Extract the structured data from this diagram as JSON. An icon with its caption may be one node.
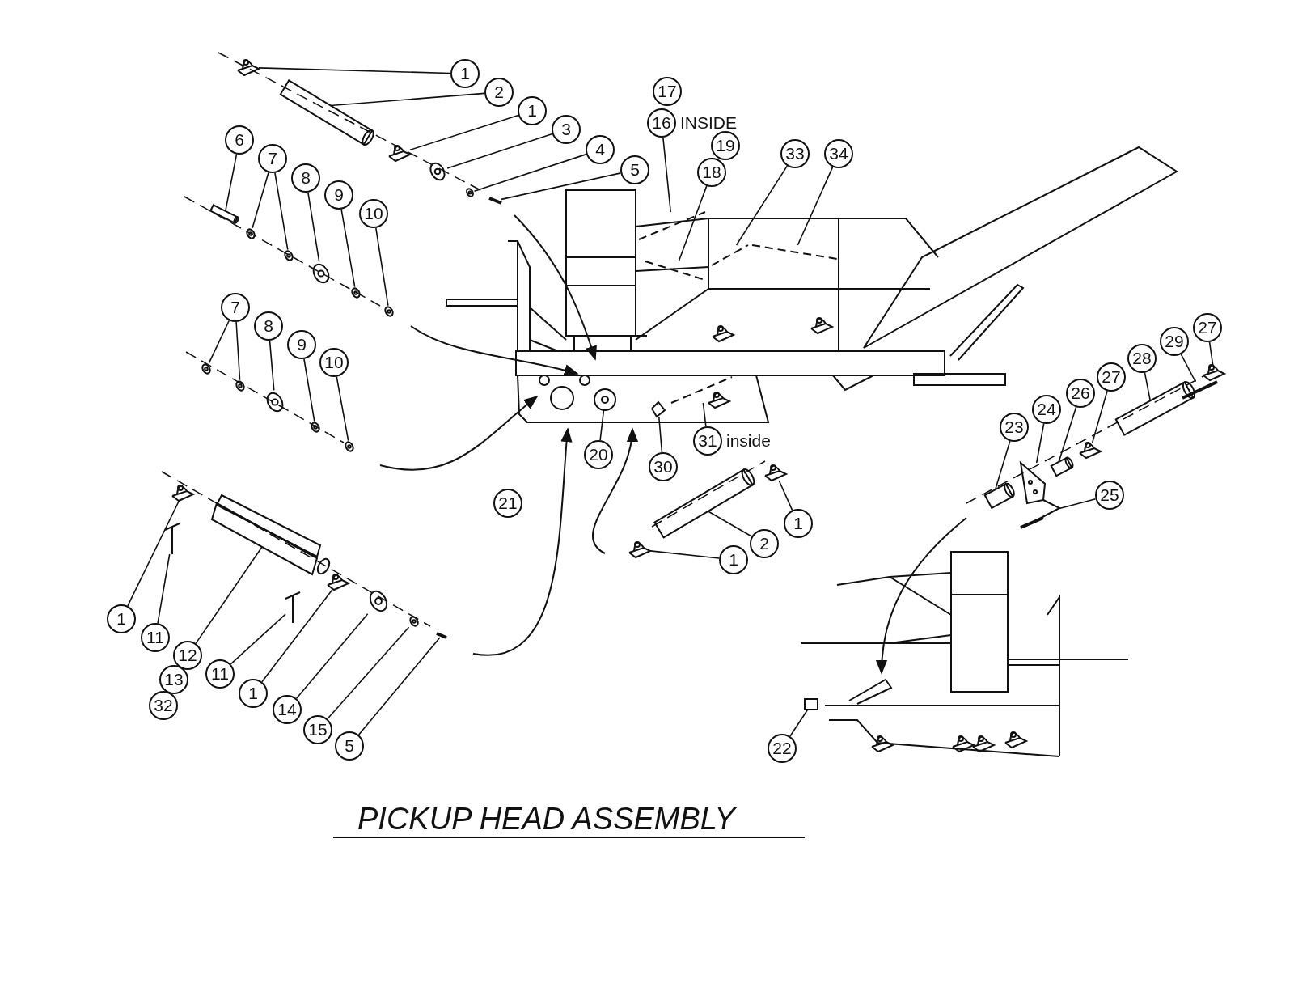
{
  "diagram": {
    "title": "PICKUP HEAD ASSEMBLY",
    "nodes": [
      {
        "text": [
          "1"
        ]
      },
      {
        "text": [
          "2"
        ]
      },
      {
        "text": [
          "1"
        ]
      },
      {
        "text": [
          "3"
        ]
      },
      {
        "text": [
          "4"
        ]
      },
      {
        "text": [
          "5"
        ]
      },
      {
        "text": [
          "6"
        ]
      },
      {
        "text": [
          "7"
        ]
      },
      {
        "text": [
          "8"
        ]
      },
      {
        "text": [
          "9"
        ]
      },
      {
        "text": [
          "10"
        ]
      },
      {
        "text": [
          "17"
        ]
      },
      {
        "text": [
          "16"
        ],
        "beside": [
          "INSIDE"
        ]
      },
      {
        "text": [
          "19"
        ]
      },
      {
        "text": [
          "18"
        ]
      },
      {
        "text": [
          "33"
        ]
      },
      {
        "text": [
          "34"
        ]
      },
      {
        "text": [
          "7"
        ]
      },
      {
        "text": [
          "8"
        ]
      },
      {
        "text": [
          "9"
        ]
      },
      {
        "text": [
          "10"
        ]
      },
      {
        "text": [
          "20"
        ]
      },
      {
        "text": [
          "30"
        ]
      },
      {
        "text": [
          "31"
        ],
        "beside": [
          "inside"
        ]
      },
      {
        "text": [
          "21"
        ]
      },
      {
        "text": [
          "27"
        ]
      },
      {
        "text": [
          "29"
        ]
      },
      {
        "text": [
          "28"
        ]
      },
      {
        "text": [
          "27"
        ]
      },
      {
        "text": [
          "26"
        ]
      },
      {
        "text": [
          "24"
        ]
      },
      {
        "text": [
          "23"
        ]
      },
      {
        "text": [
          "25"
        ]
      },
      {
        "text": [
          "1"
        ]
      },
      {
        "text": [
          "2"
        ]
      },
      {
        "text": [
          "1"
        ]
      },
      {
        "text": [
          "1"
        ]
      },
      {
        "text": [
          "11"
        ]
      },
      {
        "text": [
          "12"
        ]
      },
      {
        "text": [
          "13"
        ]
      },
      {
        "text": [
          "32"
        ]
      },
      {
        "text": [
          "11"
        ]
      },
      {
        "text": [
          "1"
        ]
      },
      {
        "text": [
          "14"
        ]
      },
      {
        "text": [
          "15"
        ]
      },
      {
        "text": [
          "5"
        ]
      },
      {
        "text": [
          "22"
        ]
      },
      {
        "text": [],
        "shape": "picture"
      },
      {
        "text": [],
        "shape": "picture"
      },
      {
        "text": [],
        "shape": "picture"
      },
      {
        "text": [],
        "shape": "picture"
      },
      {
        "text": [],
        "shape": "picture"
      },
      {
        "text": [],
        "shape": "picture"
      },
      {
        "text": [],
        "shape": "picture"
      },
      {
        "text": [],
        "shape": "picture"
      },
      {
        "text": [],
        "shape": "picture"
      },
      {
        "text": [],
        "shape": "picture"
      },
      {
        "text": [],
        "shape": "picture"
      },
      {
        "text": [],
        "shape": "picture"
      },
      {
        "text": [],
        "shape": "picture"
      },
      {
        "text": [],
        "shape": "picture"
      },
      {
        "text": [],
        "shape": "picture"
      },
      {
        "text": [],
        "shape": "picture"
      },
      {
        "text": [],
        "shape": "picture"
      },
      {
        "text": [],
        "shape": "picture"
      },
      {
        "text": [],
        "shape": "picture"
      },
      {
        "text": [],
        "shape": "picture"
      },
      {
        "text": [],
        "shape": "picture"
      },
      {
        "text": [],
        "shape": "picture"
      },
      {
        "text": [],
        "shape": "picture"
      },
      {
        "text": [],
        "shape": "picture"
      },
      {
        "text": [],
        "shape": "picture"
      },
      {
        "text": [],
        "shape": "picture"
      },
      {
        "text": [],
        "shape": "picture"
      },
      {
        "text": [],
        "shape": "picture"
      },
      {
        "text": [],
        "shape": "picture"
      },
      {
        "text": [],
        "shape": "picture"
      },
      {
        "text": [],
        "shape": "picture"
      },
      {
        "text": [],
        "shape": "picture"
      },
      {
        "text": [],
        "shape": "picture"
      },
      {
        "text": [],
        "shape": "picture"
      },
      {
        "text": [],
        "shape": "picture"
      },
      {
        "text": [],
        "shape": "picture"
      },
      {
        "text": [],
        "shape": "picture"
      },
      {
        "text": [],
        "shape": "picture"
      },
      {
        "text": [],
        "shape": "picture"
      },
      {
        "text": [],
        "shape": "picture"
      },
      {
        "text": [],
        "shape": "picture"
      },
      {
        "text": [],
        "shape": "picture"
      },
      {
        "text": [],
        "shape": "picture"
      },
      {
        "text": [],
        "shape": "box"
      }
    ],
    "edges": [
      {
        "from": 0,
        "to": 47,
        "arrow": "none"
      },
      {
        "from": 1,
        "to": 48,
        "arrow": "none"
      },
      {
        "from": 2,
        "to": 49,
        "arrow": "none"
      },
      {
        "from": 3,
        "to": 50,
        "arrow": "none"
      },
      {
        "from": 4,
        "to": 51,
        "arrow": "none"
      },
      {
        "from": 5,
        "to": 52,
        "arrow": "none"
      },
      {
        "from": 6,
        "to": 53,
        "arrow": "none"
      },
      {
        "from": 7,
        "to": 54,
        "arrow": "none"
      },
      {
        "from": 7,
        "to": 55,
        "arrow": "none"
      },
      {
        "from": 8,
        "to": 56,
        "arrow": "none"
      },
      {
        "from": 9,
        "to": 57,
        "arrow": "none"
      },
      {
        "from": 10,
        "to": 58,
        "arrow": "none"
      },
      {
        "from": 12,
        "to": 59,
        "arrow": "none"
      },
      {
        "from": 14,
        "to": 60,
        "arrow": "none"
      },
      {
        "from": 15,
        "to": 61,
        "arrow": "none"
      },
      {
        "from": 16,
        "to": 62,
        "arrow": "none"
      },
      {
        "from": 17,
        "to": 63,
        "arrow": "none"
      },
      {
        "from": 17,
        "to": 64,
        "arrow": "none"
      },
      {
        "from": 18,
        "to": 65,
        "arrow": "none"
      },
      {
        "from": 19,
        "to": 66,
        "arrow": "none"
      },
      {
        "from": 20,
        "to": 67,
        "arrow": "none"
      },
      {
        "from": 21,
        "to": 68,
        "arrow": "none"
      },
      {
        "from": 22,
        "to": 69,
        "arrow": "none"
      },
      {
        "from": 23,
        "to": 70,
        "arrow": "none"
      },
      {
        "from": 25,
        "to": 71,
        "arrow": "none"
      },
      {
        "from": 26,
        "to": 72,
        "arrow": "none"
      },
      {
        "from": 27,
        "to": 73,
        "arrow": "none"
      },
      {
        "from": 28,
        "to": 74,
        "arrow": "none"
      },
      {
        "from": 29,
        "to": 75,
        "arrow": "none"
      },
      {
        "from": 30,
        "to": 76,
        "arrow": "none"
      },
      {
        "from": 31,
        "to": 77,
        "arrow": "none"
      },
      {
        "from": 32,
        "to": 78,
        "arrow": "none"
      },
      {
        "from": 33,
        "to": 79,
        "arrow": "none"
      },
      {
        "from": 34,
        "to": 80,
        "arrow": "none"
      },
      {
        "from": 35,
        "to": 81,
        "arrow": "none"
      },
      {
        "from": 36,
        "to": 82,
        "arrow": "none"
      },
      {
        "from": 37,
        "to": 83,
        "arrow": "none"
      },
      {
        "from": 38,
        "to": 84,
        "arrow": "none"
      },
      {
        "from": 41,
        "to": 85,
        "arrow": "none"
      },
      {
        "from": 42,
        "to": 86,
        "arrow": "none"
      },
      {
        "from": 43,
        "to": 87,
        "arrow": "none"
      },
      {
        "from": 44,
        "to": 88,
        "arrow": "none"
      },
      {
        "from": 45,
        "to": 89,
        "arrow": "none"
      },
      {
        "from": 46,
        "to": 90,
        "arrow": "none"
      }
    ]
  }
}
